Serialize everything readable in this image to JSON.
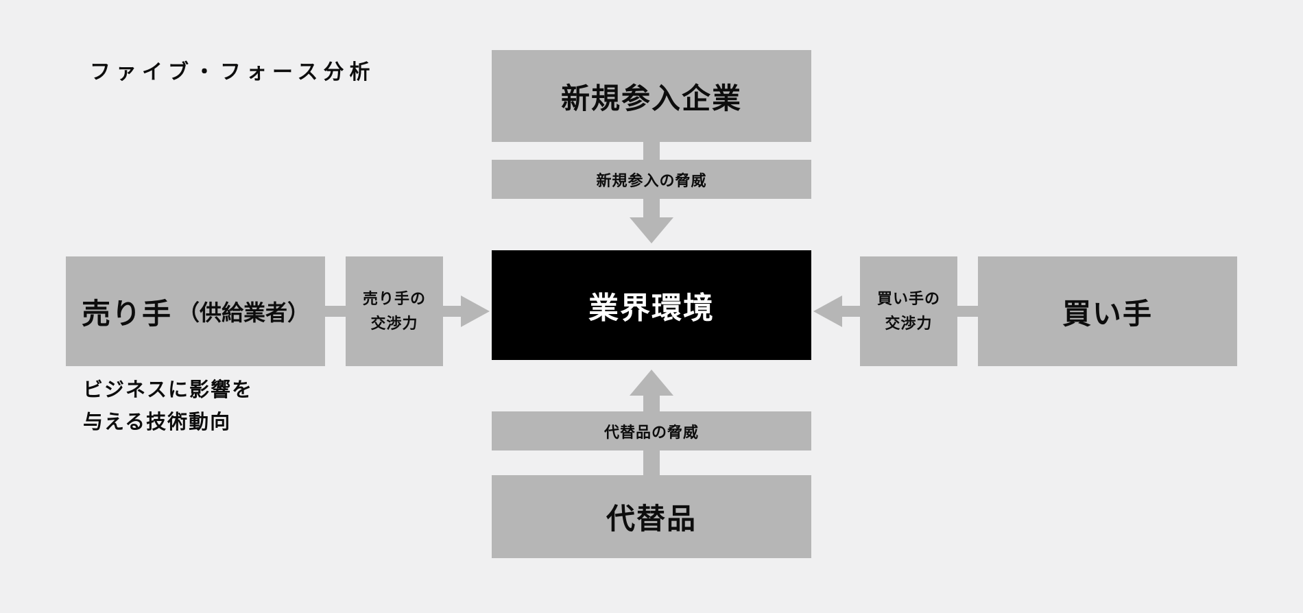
{
  "title": "ファイブ・フォース分析",
  "colors": {
    "background": "#f0f0f1",
    "box_gray": "#b6b6b6",
    "center_box_bg": "#000000",
    "center_box_text": "#ffffff",
    "text": "#0d0d0d"
  },
  "diagram": {
    "center": {
      "label": "業界環境"
    },
    "top": {
      "box_label": "新規参入企業",
      "force_label": "新規参入の脅威",
      "arrow_direction": "down"
    },
    "bottom": {
      "box_label": "代替品",
      "force_label": "代替品の脅威",
      "arrow_direction": "up"
    },
    "left": {
      "box_label_main": "売り手",
      "box_label_sub": "（供給業者）",
      "force_label_line1": "売り手の",
      "force_label_line2": "交渉力",
      "arrow_direction": "right"
    },
    "right": {
      "box_label": "買い手",
      "force_label_line1": "買い手の",
      "force_label_line2": "交渉力",
      "arrow_direction": "left"
    },
    "note": {
      "line1": "ビジネスに影響を",
      "line2": "与える技術動向"
    }
  }
}
